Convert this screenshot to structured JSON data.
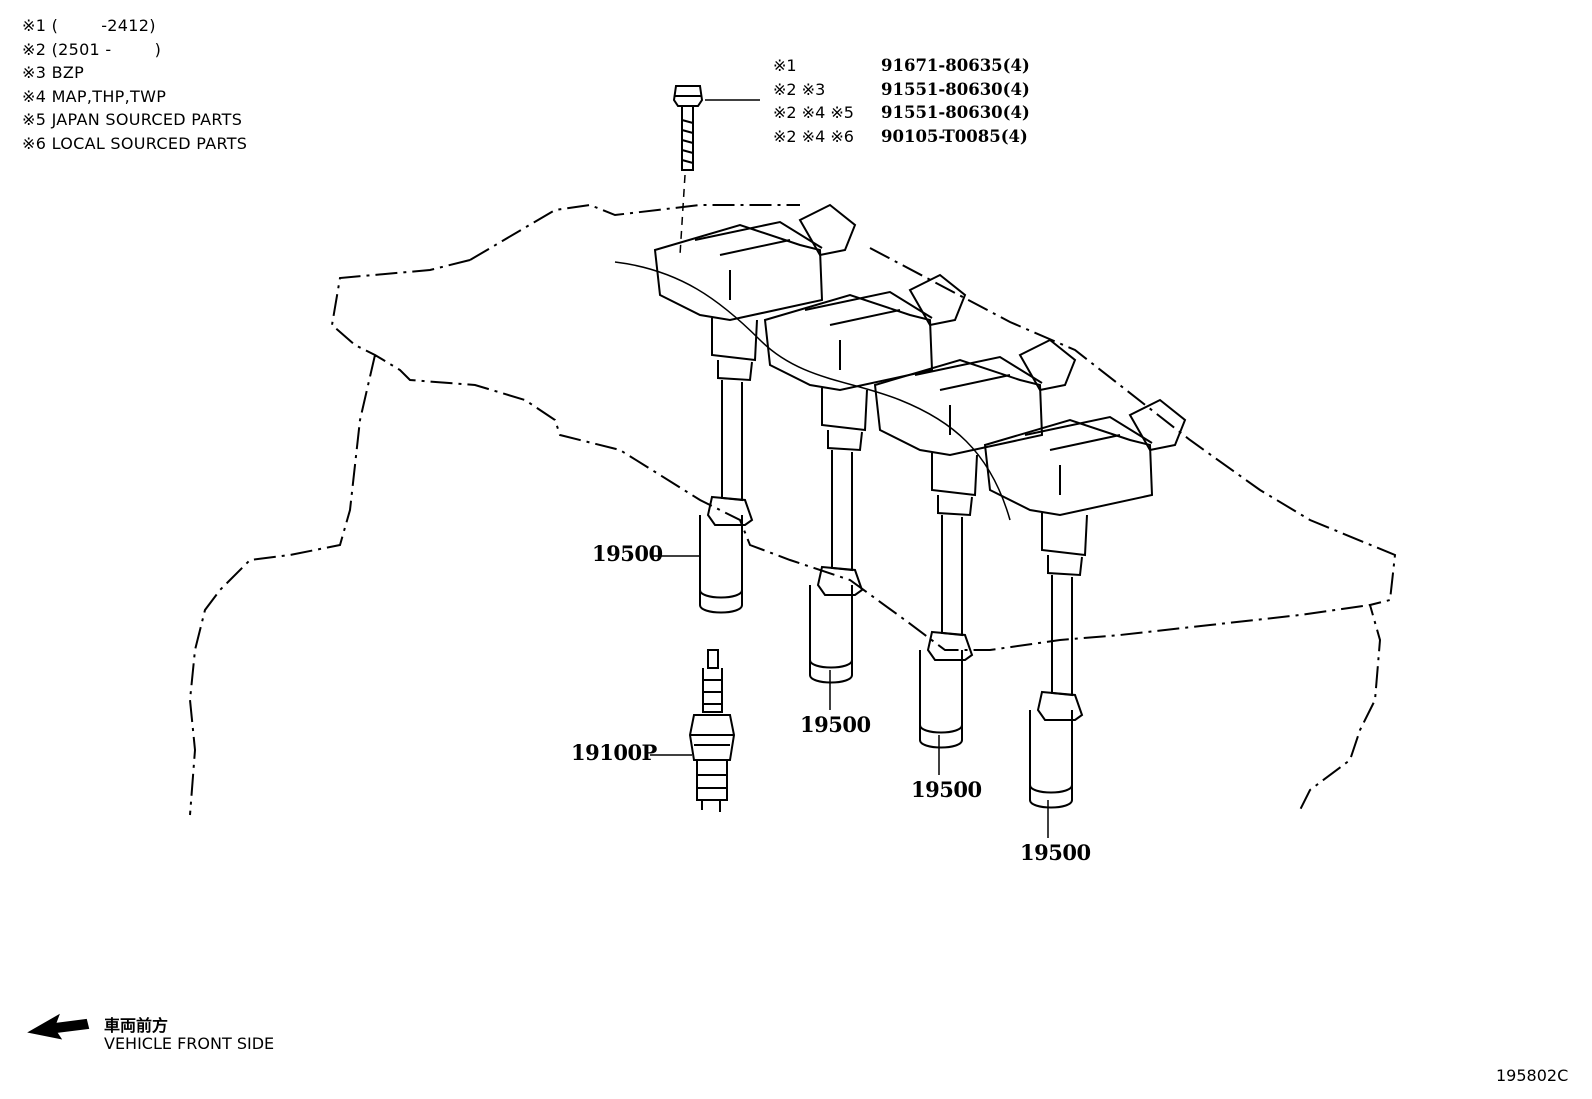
{
  "notes": [
    "※1 (        -2412)",
    "※2 (2501 -        )",
    "※3 BZP",
    "※4 MAP,THP,TWP",
    "※5 JAPAN SOURCED PARTS",
    "※6 LOCAL SOURCED PARTS"
  ],
  "bolt_table": [
    {
      "conditions": "※1",
      "part_number": "91671-80635(4)"
    },
    {
      "conditions": "※2 ※3",
      "part_number": "91551-80630(4)"
    },
    {
      "conditions": "※2 ※4 ※5",
      "part_number": "91551-80630(4)"
    },
    {
      "conditions": "※2 ※4 ※6",
      "part_number": "90105-T0085(4)"
    }
  ],
  "callouts": {
    "coil_1": "19500",
    "coil_2": "19500",
    "coil_3": "19500",
    "coil_4": "19500",
    "spark_plug": "19100P"
  },
  "front_indicator": {
    "japanese": "車両前方",
    "english": "VEHICLE FRONT SIDE",
    "icon": "arrow-left-icon"
  },
  "diagram_code": "195802C",
  "colors": {
    "line": "#000000",
    "background": "#ffffff"
  }
}
